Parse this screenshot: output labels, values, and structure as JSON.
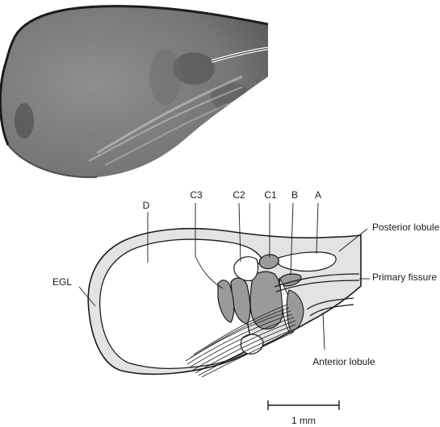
{
  "photo": {
    "label": ""
  },
  "labels": {
    "D": "D",
    "C3": "C3",
    "C2": "C2",
    "C1": "C1",
    "B": "B",
    "A": "A",
    "posterior_lobule": "Posterior lobule",
    "primary_fissure": "Primary fissure",
    "egl": "EGL",
    "anterior_lobule": "Anterior lobule"
  },
  "scale_bar": {
    "label": "1 mm"
  },
  "colors": {
    "photo_bg": "#8a8a8a",
    "photo_dark": "#3a3a3a",
    "egl_fill": "#e2e2e2",
    "nucleus_fill": "#9a9a9a",
    "interior_fill": "#ffffff",
    "stroke": "#1a1a1a"
  }
}
